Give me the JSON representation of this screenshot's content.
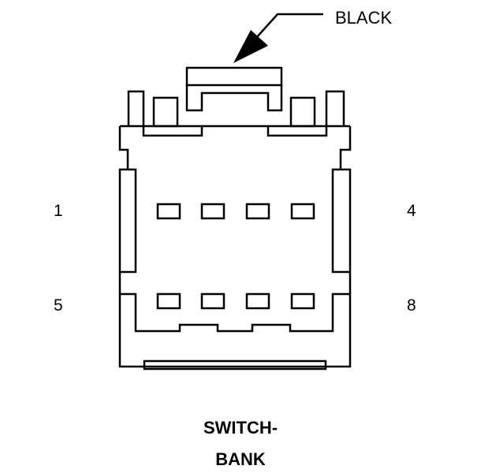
{
  "callout": {
    "color_label": "BLACK"
  },
  "pins": {
    "top_left": "1",
    "top_right": "4",
    "bottom_left": "5",
    "bottom_right": "8"
  },
  "connector": {
    "name_line1": "SWITCH-",
    "name_line2": "BANK"
  },
  "terminal_rows": 2,
  "terminals_per_row": 4,
  "colors": {
    "ink": "#000000",
    "background": "#ffffff"
  }
}
